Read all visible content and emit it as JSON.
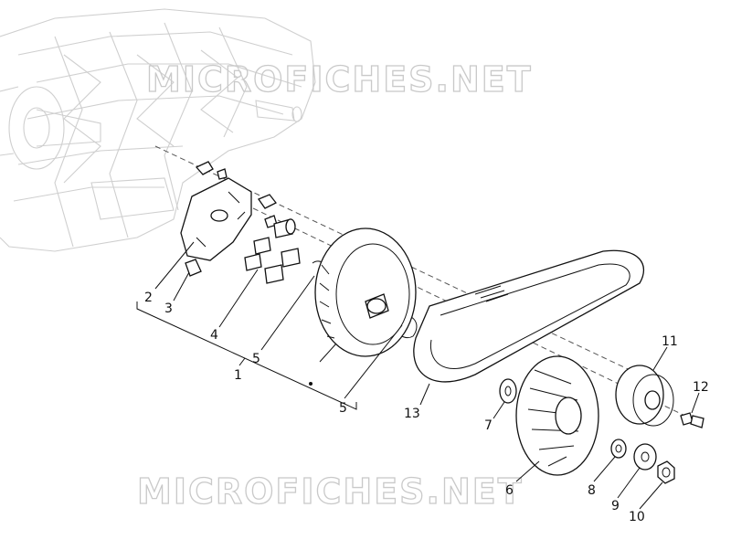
{
  "watermarks": [
    "MICROFICHES.NET",
    "MICROFICHES.NET"
  ],
  "callouts": [
    {
      "id": "c1",
      "label": "1"
    },
    {
      "id": "c2",
      "label": "2"
    },
    {
      "id": "c3",
      "label": "3"
    },
    {
      "id": "c4",
      "label": "4"
    },
    {
      "id": "c5a",
      "label": "5"
    },
    {
      "id": "c5b",
      "label": "5"
    },
    {
      "id": "c6",
      "label": "6"
    },
    {
      "id": "c7",
      "label": "7"
    },
    {
      "id": "c8",
      "label": "8"
    },
    {
      "id": "c9",
      "label": "9"
    },
    {
      "id": "c10",
      "label": "10"
    },
    {
      "id": "c11",
      "label": "11"
    },
    {
      "id": "c12",
      "label": "12"
    },
    {
      "id": "c13",
      "label": "13"
    }
  ],
  "colors": {
    "line": "#111111",
    "ghost": "#cfcfcf",
    "watermark": "#c9c9c9"
  }
}
